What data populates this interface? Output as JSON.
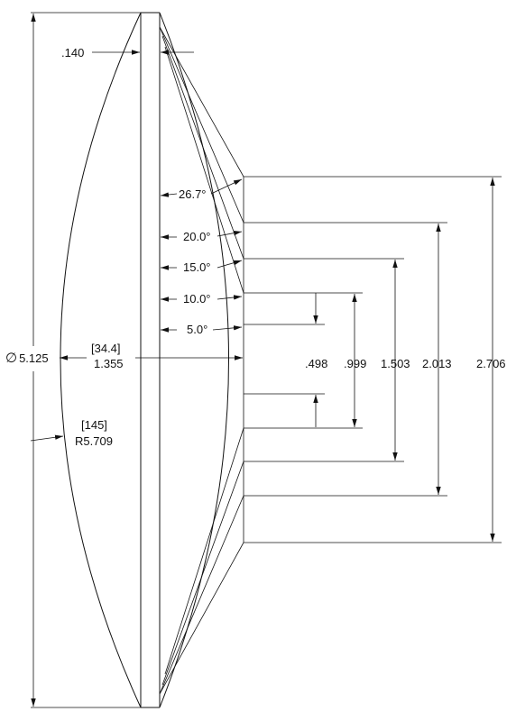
{
  "labels": {
    "diameter": "5.125",
    "diameter_symbol": "∅",
    "center_thickness": ".140",
    "length_bracket": "[34.4]",
    "length": "1.355",
    "radius_bracket": "[145]",
    "radius": "R5.709",
    "angle_26_7": "26.7°",
    "angle_20": "20.0°",
    "angle_15": "15.0°",
    "angle_10": "10.0°",
    "angle_5": "5.0°",
    "dim_498": ".498",
    "dim_999": ".999",
    "dim_1503": "1.503",
    "dim_2013": "2.013",
    "dim_2706": "2.706"
  }
}
